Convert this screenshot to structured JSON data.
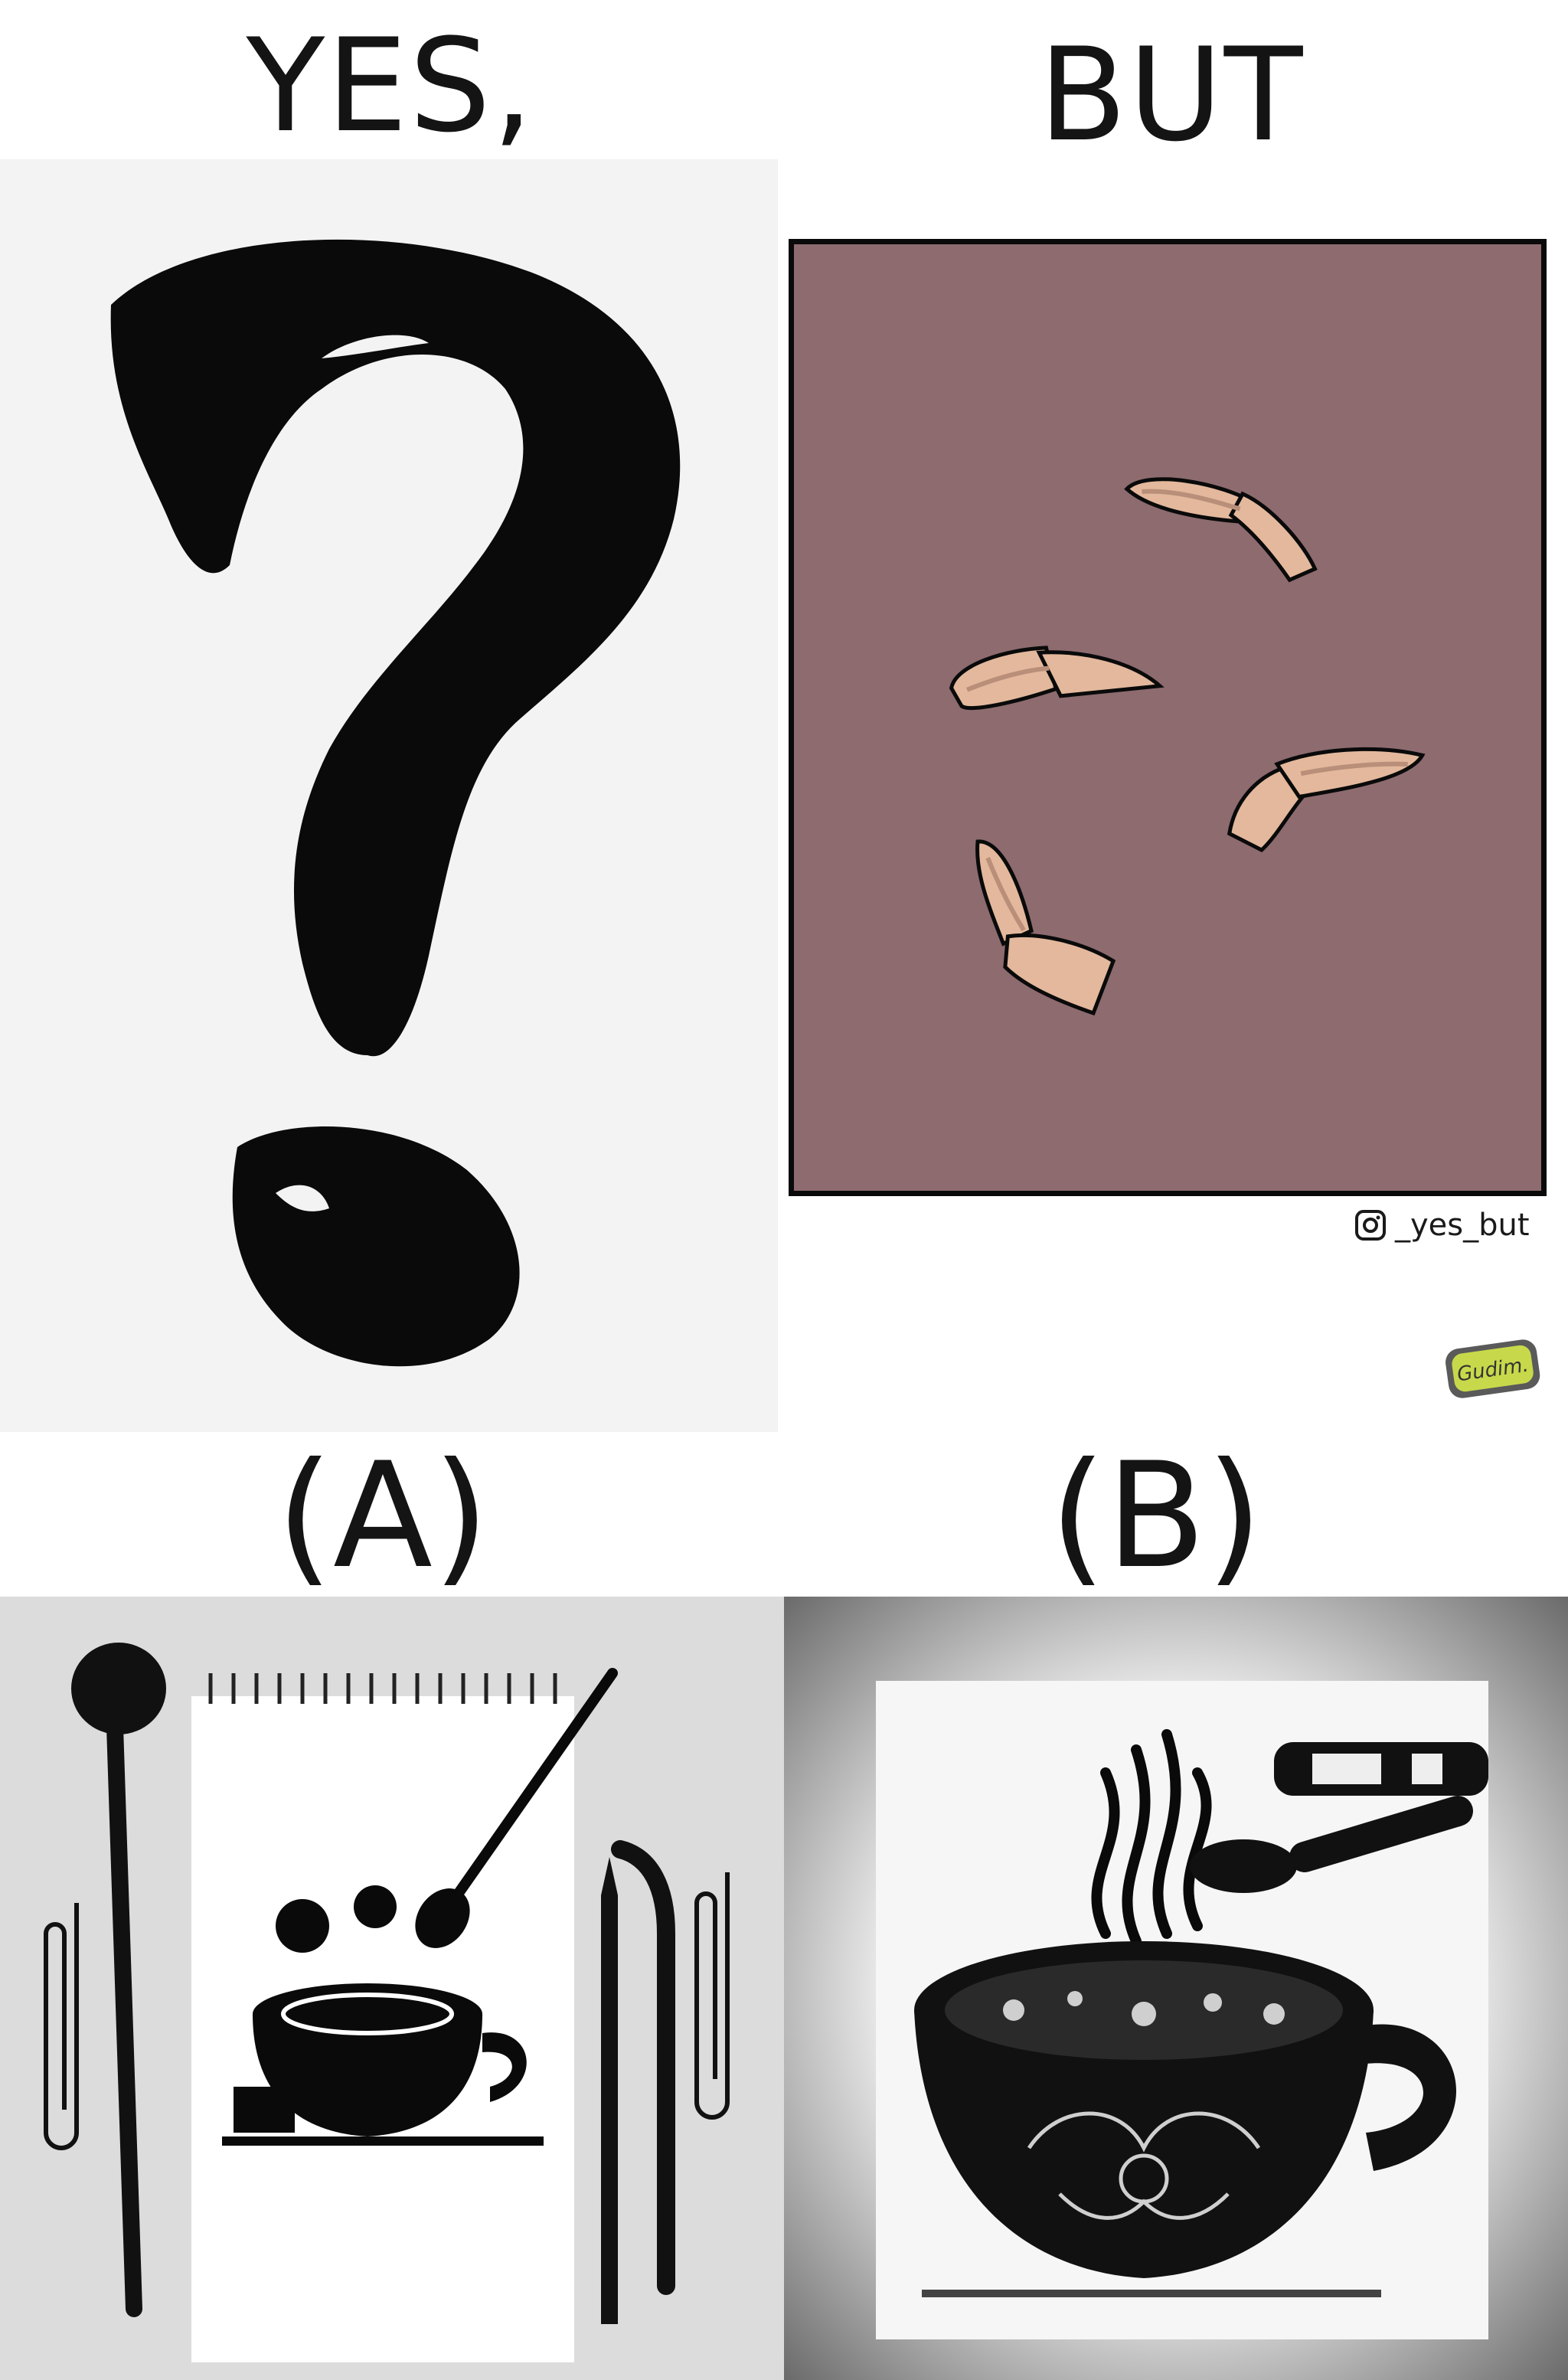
{
  "header": {
    "left_title": "YES,",
    "right_title": "BUT"
  },
  "credit": {
    "handle": "_yes_but",
    "icon": "instagram-icon",
    "artist_badge": "Gudim."
  },
  "options": [
    {
      "label": "(A)"
    },
    {
      "label": "(B)"
    }
  ],
  "colors": {
    "comic_background": "#8d6b6f",
    "peel_fill": "#e3b89c",
    "ink": "#0a0a0a",
    "paper": "#f3f3f3"
  }
}
